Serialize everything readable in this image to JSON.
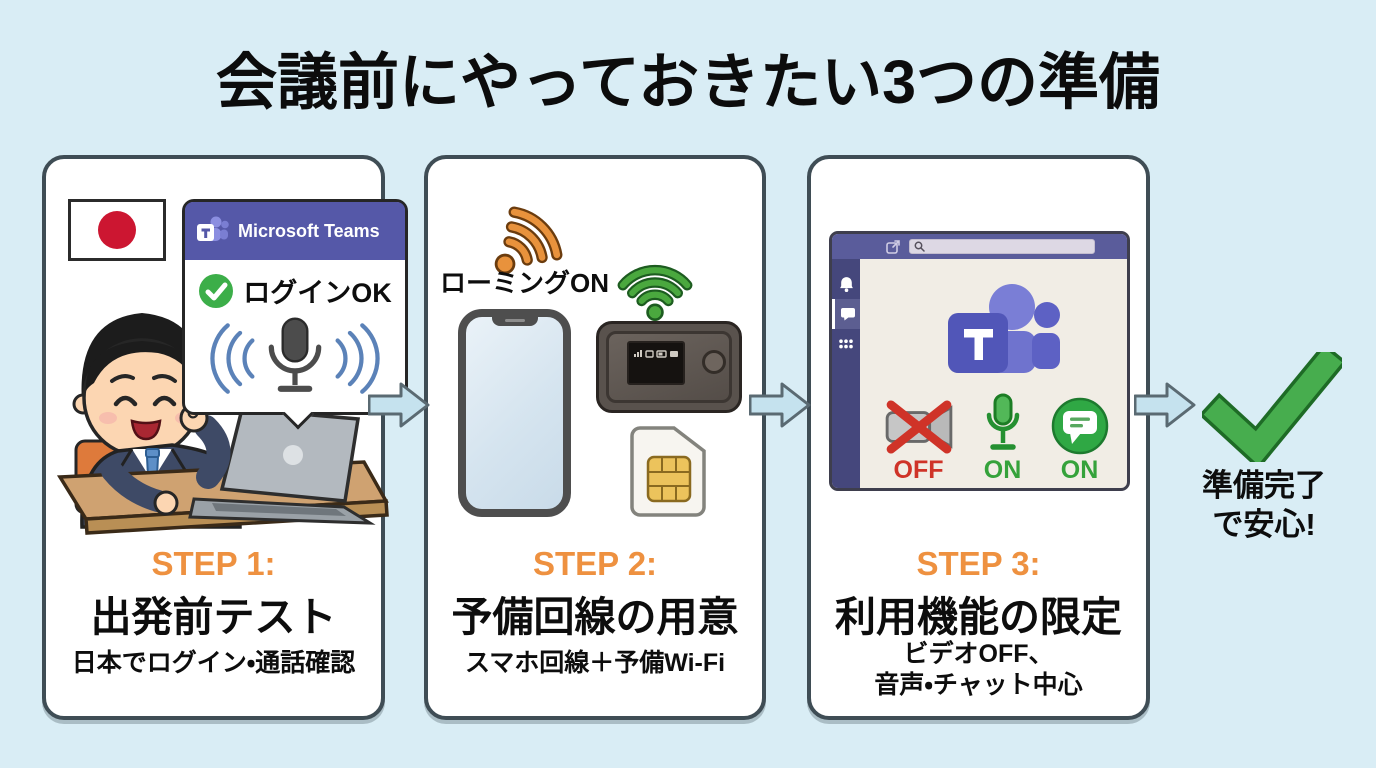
{
  "title": "会議前にやっておきたい3つの準備",
  "colors": {
    "background": "#d9edf5",
    "card_border": "#3f4d55",
    "accent_orange": "#ee9140",
    "teams_purple": "#5558a8",
    "success_green": "#3cae49",
    "off_red": "#cf3328",
    "arrow_fill": "#c5e2ee"
  },
  "step1": {
    "label": "STEP 1:",
    "heading": "出発前テスト",
    "caption": "日本でログイン・通話確認",
    "app_name": "Microsoft Teams",
    "login_status": "ログインOK"
  },
  "step2": {
    "label": "STEP 2:",
    "heading": "予備回線の用意",
    "caption": "スマホ回線＋予備Wi-Fi",
    "roaming_label": "ローミングON"
  },
  "step3": {
    "label": "STEP 3:",
    "heading": "利用機能の限定",
    "caption_line1": "ビデオOFF、",
    "caption_line2": "音声・チャット中心",
    "video_state": "OFF",
    "mic_state": "ON",
    "chat_state": "ON"
  },
  "result": {
    "line1": "準備完了",
    "line2": "で安心!"
  },
  "icons": {
    "japan-flag": "red-circle-on-white",
    "teams-logo": "teams-brand-mark",
    "check-circle": "white-check-in-green-circle",
    "microphone": "mic-with-sound-waves",
    "roaming-signal": "tilted-orange-signal",
    "wifi": "green-wifi-arcs",
    "smartphone": "phone-outline",
    "mobile-router": "pocket-wifi-device",
    "sim-card": "sim-with-gold-chip",
    "bell": "notification-bell",
    "chat": "speech-bubble",
    "teams-grid": "dots-grid",
    "share": "open-in-new",
    "search": "magnifier",
    "video-camera-off": "camera-with-red-x",
    "microphone-on": "green-mic",
    "chat-on": "green-chat-circle",
    "checkmark": "big-green-check",
    "arrow-right": "flow-arrow"
  }
}
